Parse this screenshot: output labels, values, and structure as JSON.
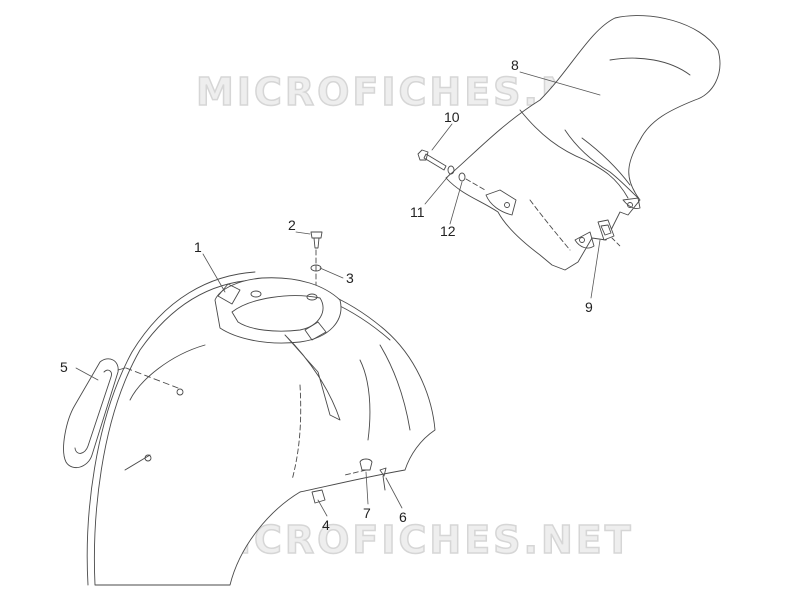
{
  "watermarks": [
    "MICROFICHES.NET",
    "MICROFICHES.NET"
  ],
  "callouts": [
    {
      "id": "1",
      "label": "1"
    },
    {
      "id": "2",
      "label": "2"
    },
    {
      "id": "3",
      "label": "3"
    },
    {
      "id": "4",
      "label": "4"
    },
    {
      "id": "5",
      "label": "5"
    },
    {
      "id": "6",
      "label": "6"
    },
    {
      "id": "7",
      "label": "7"
    },
    {
      "id": "8",
      "label": "8"
    },
    {
      "id": "9",
      "label": "9"
    },
    {
      "id": "10",
      "label": "10"
    },
    {
      "id": "11",
      "label": "11"
    },
    {
      "id": "12",
      "label": "12"
    }
  ],
  "colors": {
    "line": "#4a4a4a",
    "fill": "#ffffff",
    "watermark": "#d6d6d6"
  }
}
